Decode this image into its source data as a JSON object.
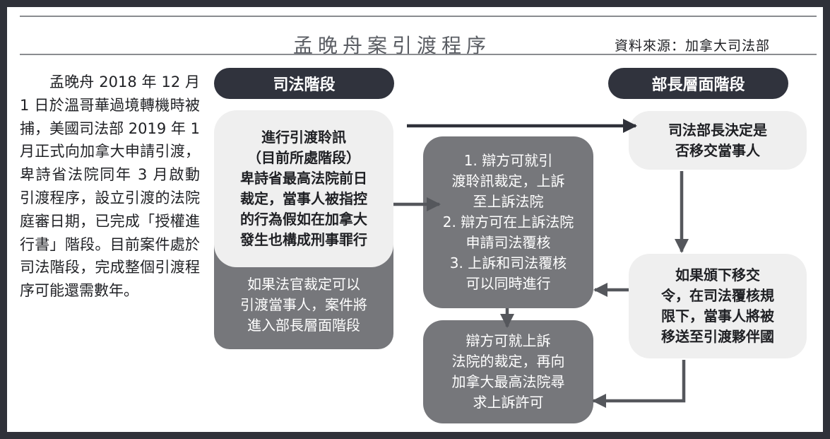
{
  "header": {
    "title": "孟晚舟案引渡程序",
    "source": "資料來源：加拿大司法部"
  },
  "intro_text": "孟晚舟 2018 年 12 月 1 日於溫哥華過境轉機時被捕，美國司法部 2019 年 1 月正式向加拿大申請引渡，卑詩省法院同年 3 月啟動引渡程序，設立引渡的法院庭審日期，已完成「授權進行書」階段。目前案件處於司法階段，完成整個引渡程序可能還需數年。",
  "phases": {
    "judicial": "司法階段",
    "ministerial": "部長層面階段"
  },
  "boxes": {
    "hearing": [
      "進行引渡聆訊",
      "（目前所處階段）",
      "卑詩省最高法院前日",
      "裁定，當事人被指控",
      "的行為假如在加拿大",
      "發生也構成刑事罪行"
    ],
    "judge_ruling": [
      "如果法官裁定可以",
      "引渡當事人，案件將",
      "進入部長層面階段"
    ],
    "appeal_options": [
      "1. 辯方可就引",
      "渡聆訊裁定，上訴",
      "至上訴法院",
      "2. 辯方可在上訴法院",
      "申請司法覆核",
      "3. 上訴和司法覆核",
      "可以同時進行"
    ],
    "supreme_appeal": [
      "辯方可就上訴",
      "法院的裁定，再向",
      "加拿大最高法院尋",
      "求上訴許可"
    ],
    "minister_decision": [
      "司法部長決定是",
      "否移交當事人"
    ],
    "surrender_order": [
      "如果頒下移交",
      "令，在司法覆核規",
      "限下，當事人將被",
      "移送至引渡夥伴國"
    ]
  },
  "colors": {
    "background": "#2f3139",
    "pill": "#30333d",
    "light_box": "#efefef",
    "dark_box": "#76777b",
    "arrow": "#2f3139",
    "arrow_secondary": "#55575c",
    "rule": "#8a8c90"
  }
}
